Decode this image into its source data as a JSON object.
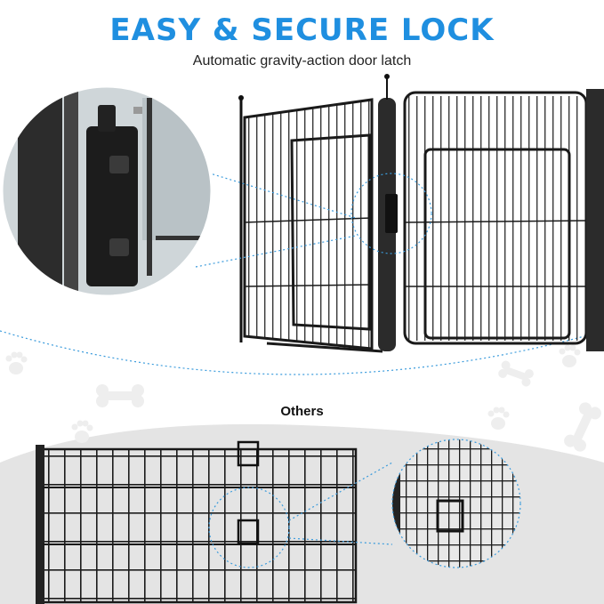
{
  "header": {
    "title": "EASY & SECURE LOCK",
    "subtitle": "Automatic gravity-action door latch"
  },
  "comparison": {
    "label": "Others"
  },
  "colors": {
    "accent": "#1f8fe0",
    "pen_frame": "#1a1a1a",
    "bottom_bg": "#e3e3e3",
    "zoom_line": "#3a9bdc"
  }
}
